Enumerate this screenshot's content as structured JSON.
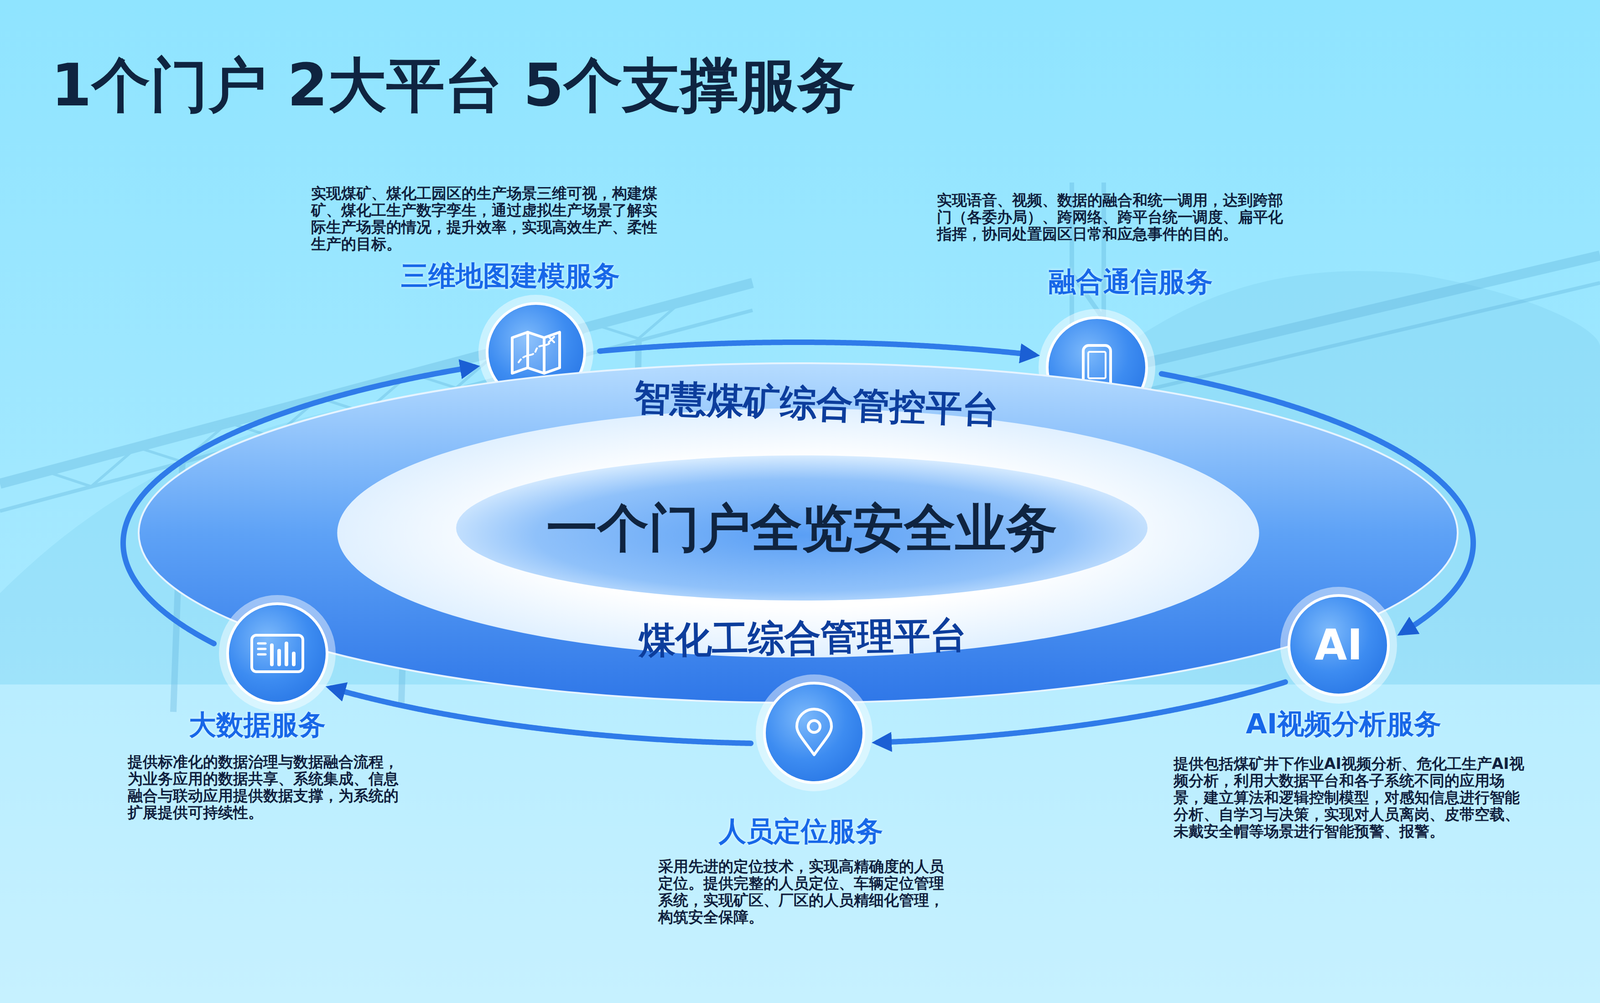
{
  "diagram": {
    "title": "1个门户 2大平台 5个支撑服务",
    "nodes": [
      {
        "text": [
          "三维地图建模服务",
          "实现煤矿、煤化工园区的生产场景三维可视，构建煤矿、煤化工生产数字孪生，通过虚拟生产场景了解实际生产场景的情况，提升效率，实现高效生产、柔性生产的目标。"
        ]
      },
      {
        "text": [
          "融合通信服务",
          "实现语音、视频、数据的融合和统一调用，达到跨部门（各委办局）、跨网络、跨平台统一调度、扁平化指挥，协同处置园区日常和应急事件的目的。"
        ]
      },
      {
        "text": [
          "智慧煤矿综合管控平台",
          "煤化工综合管理平台"
        ]
      },
      {
        "text": [
          "一个门户全览安全业务"
        ],
        "in": 2
      },
      {
        "text": [
          "大数据服务",
          "提供标准化的数据治理与数据融合流程，为业务应用的数据共享、系统集成、信息融合与联动应用提供数据支撑，为系统的扩展提供可持续性。"
        ]
      },
      {
        "text": [
          "AI",
          "AI视频分析服务",
          "提供包括煤矿井下作业AI视频分析、危化工生产AI视频分析，利用大数据平台和各子系统不同的应用场景，建立算法和逻辑控制模型，对感知信息进行智能分析、自学习与决策，实现对人员离岗、皮带空载、未戴安全帽等场景进行智能预警、报警。"
        ]
      },
      {
        "text": [
          "人员定位服务",
          "采用先进的定位技术，实现高精确度的人员定位。提供完整的人员定位、车辆定位管理系统，实现矿区、厂区的人员精细化管理，构筑安全保障。"
        ]
      }
    ],
    "edges": [
      {
        "from": 4,
        "to": 0,
        "arrow": "to"
      },
      {
        "from": 0,
        "to": 1,
        "arrow": "to"
      },
      {
        "from": 1,
        "to": 5,
        "arrow": "to"
      },
      {
        "from": 5,
        "to": 6,
        "arrow": "to"
      },
      {
        "from": 6,
        "to": 4,
        "arrow": "to"
      }
    ]
  }
}
